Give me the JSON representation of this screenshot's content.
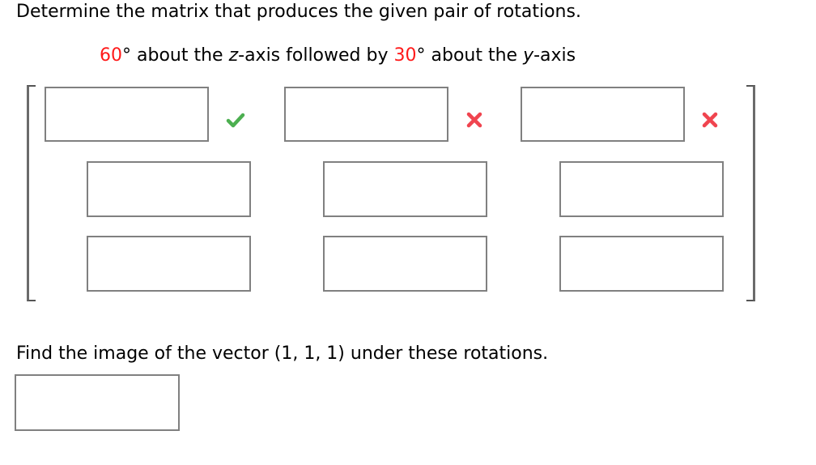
{
  "question": {
    "title": "Determine the matrix that produces the given pair of rotations.",
    "rotation_description": {
      "angle1": "60",
      "degree1": "°",
      "text1": " about the ",
      "axis1": "z",
      "text2": "-axis followed by ",
      "angle2": "30",
      "degree2": "°",
      "text3": " about the ",
      "axis2": "y",
      "text4": "-axis"
    }
  },
  "matrix": {
    "rows": [
      [
        {
          "value": "",
          "status": "correct",
          "status_icon": "checkmark-icon"
        },
        {
          "value": "",
          "status": "incorrect",
          "status_icon": "x-mark-icon"
        },
        {
          "value": "",
          "status": "incorrect",
          "status_icon": "x-mark-icon"
        }
      ],
      [
        {
          "value": ""
        },
        {
          "value": ""
        },
        {
          "value": ""
        }
      ],
      [
        {
          "value": ""
        },
        {
          "value": ""
        },
        {
          "value": ""
        }
      ]
    ]
  },
  "question2": {
    "text": "Find the image of the vector (1, 1, 1) under these rotations.",
    "answer_value": ""
  },
  "colors": {
    "highlight": "#ff1a1a",
    "correct": "#4caf50",
    "incorrect": "#f0444f",
    "box_border": "#808080"
  }
}
